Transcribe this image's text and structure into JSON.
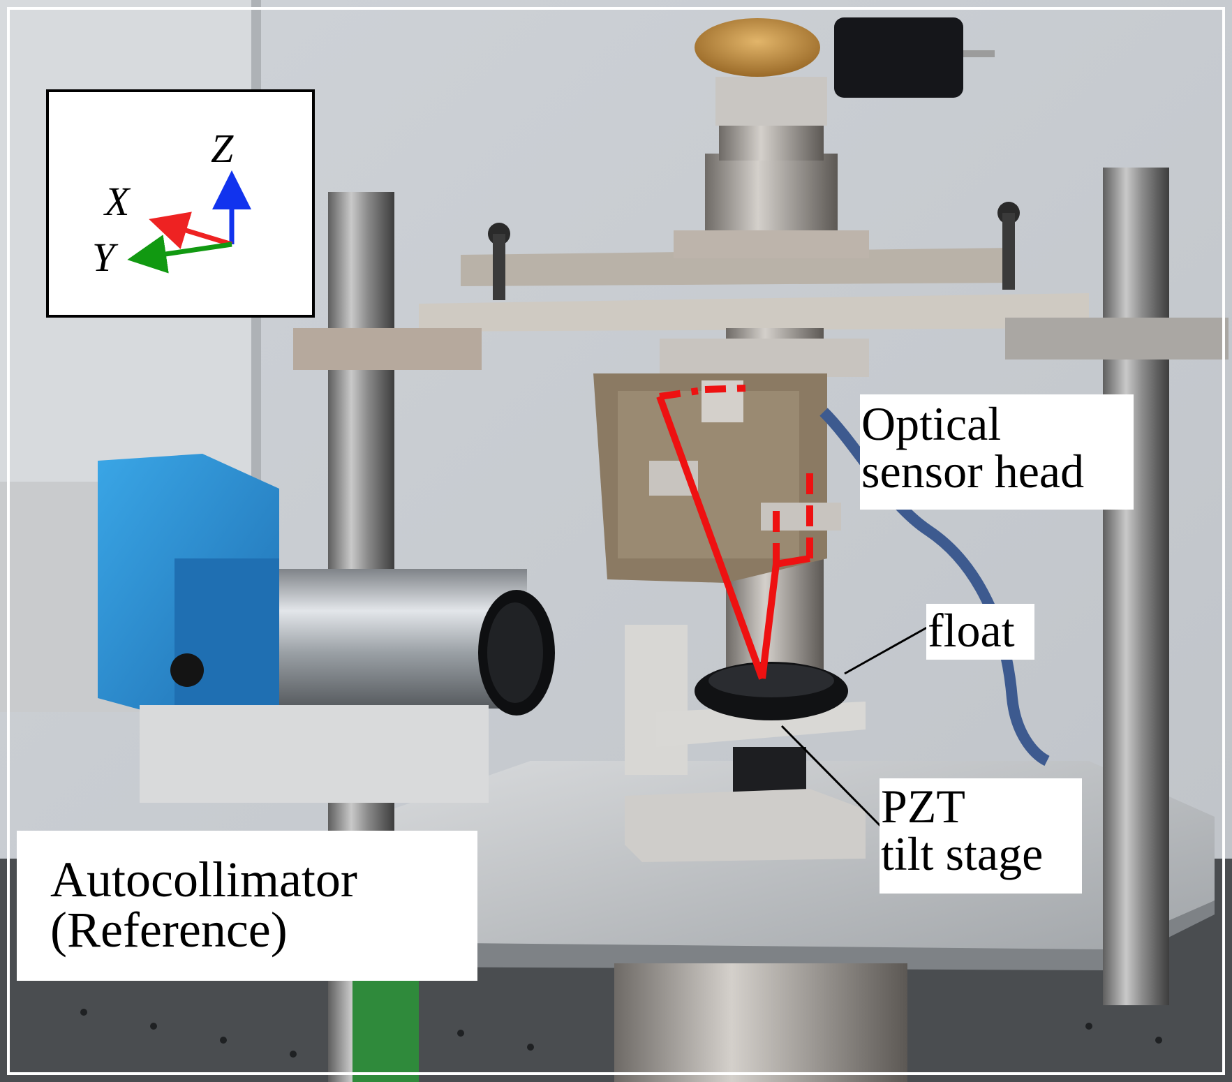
{
  "labels": {
    "optical_sensor_head": [
      "Optical",
      "sensor head"
    ],
    "float": "float",
    "pzt_tilt_stage": [
      "PZT",
      "tilt stage"
    ],
    "autocollimator": [
      "Autocollimator",
      "(Reference)"
    ]
  },
  "axes": {
    "x": "X",
    "y": "Y",
    "z": "Z"
  },
  "colors": {
    "x_axis": "#ee2222",
    "y_axis": "#119911",
    "z_axis": "#1133ee",
    "beam": "#ee1111"
  }
}
